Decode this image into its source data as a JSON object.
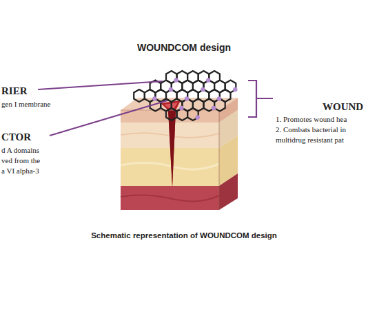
{
  "diagram": {
    "title": "WOUNDCOM design",
    "caption": "Schematic representation of WOUNDCOM design",
    "labels": [
      "RIER",
      "gen I membrane",
      "CTOR",
      "d A domains",
      "ved from the",
      "a VI alpha-3",
      "WOUND",
      "1. Promotes wound hea",
      "2. Combats bacterial in",
      "multidrug resistant pat"
    ]
  }
}
